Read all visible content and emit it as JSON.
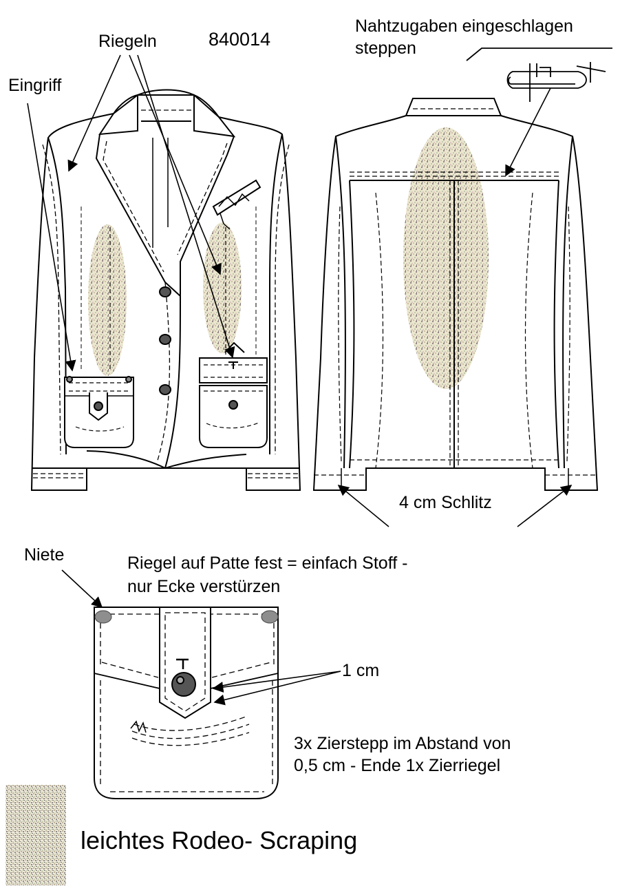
{
  "style_code": "840014",
  "labels": {
    "eingriff": "Eingriff",
    "riegeln": "Riegeln",
    "nahtzugaben_line1": "Nahtzugaben eingeschlagen",
    "nahtzugaben_line2": "steppen",
    "schlitz": "4 cm Schlitz",
    "niete": "Niete",
    "riegel_line1": "Riegel auf Patte fest = einfach Stoff -",
    "riegel_line2": "nur Ecke verstürzen",
    "one_cm": "1 cm",
    "zierstepp_line1": "3x Zierstepp im Abstand von",
    "zierstepp_line2": "0,5 cm - Ende 1x Zierriegel",
    "finish": "leichtes Rodeo- Scraping"
  },
  "colors": {
    "line": "#000000",
    "rivet": "#8e8e8e",
    "button": "#555555",
    "wash_light": "#e9e3c8",
    "wash_mid": "#c9b99a",
    "wash_dark": "#8a7a78"
  }
}
